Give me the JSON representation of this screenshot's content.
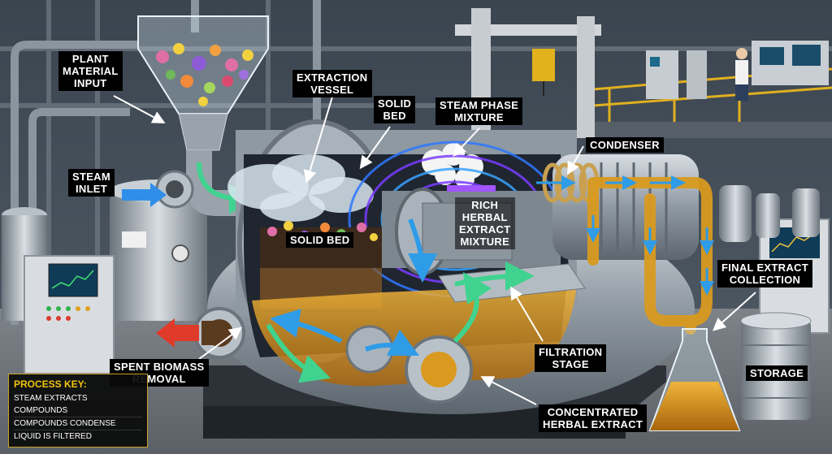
{
  "labels": {
    "plant_material_input": "PLANT\nMATERIAL\nINPUT",
    "extraction_vessel": "EXTRACTION\nVESSEL",
    "solid_bed_top": "SOLID\nBED",
    "steam_phase_mixture": "STEAM PHASE\nMIXTURE",
    "condenser": "CONDENSER",
    "steam_inlet": "STEAM\nINLET",
    "solid_bed_inner": "SOLID BED",
    "rich_herbal_extract": "RICH\nHERBAL\nEXTRACT\nMIXTURE",
    "final_extract_collection": "FINAL EXTRACT\nCOLLECTION",
    "spent_biomass": "SPENT BIOMASS\nREMOVAL",
    "filtration_stage": "FILTRATION\nSTAGE",
    "storage": "STORAGE",
    "concentrated_extract": "CONCENTRATED\nHERBAL EXTRACT"
  },
  "process_key": {
    "title": "PROCESS KEY:",
    "items": [
      "STEAM EXTRACTS COMPOUNDS",
      "COMPOUNDS CONDENSE",
      "LIQUID IS FILTERED"
    ]
  },
  "colors": {
    "background": "#2b3138",
    "vessel_steel": "#9aa3ab",
    "extract_amber": "#d99a1f",
    "steam_arrow": "#2f8fe8",
    "biomass_arrow": "#e03a2a",
    "flow_arrow_green": "#3fd38f",
    "flow_arrow_blue": "#2f9ce8",
    "magnetic_swirl": "#7a3cff",
    "key_title": "#f1c40f"
  },
  "icons": [
    "beaker-icon",
    "storage-barrel-icon",
    "control-panel-icon",
    "flow-arrow-icon"
  ]
}
